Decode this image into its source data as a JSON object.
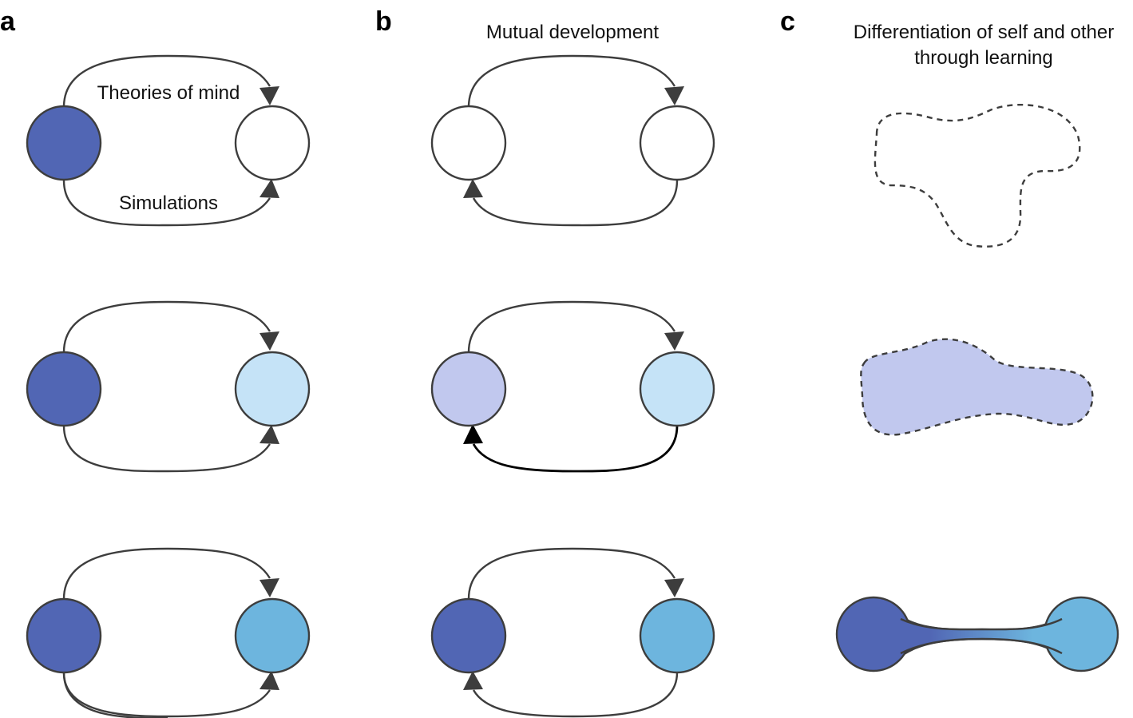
{
  "panels": {
    "a": {
      "letter": "a",
      "labels": {
        "top": "Theories of mind",
        "bottom": "Simulations"
      }
    },
    "b": {
      "letter": "b",
      "title": "Mutual development"
    },
    "c": {
      "letter": "c",
      "title_line1": "Differentiation of self and other",
      "title_line2": "through learning"
    }
  },
  "colors": {
    "dark_blue": "#5166b4",
    "lavender": "#c1c8ee",
    "pale_blue": "#c5e3f7",
    "sky_blue": "#6db5de",
    "white": "#ffffff",
    "stroke": "#3d3d3d"
  },
  "rows": [
    {
      "a": {
        "left": "white_fill_dark_blue",
        "right": "white"
      }
    }
  ]
}
